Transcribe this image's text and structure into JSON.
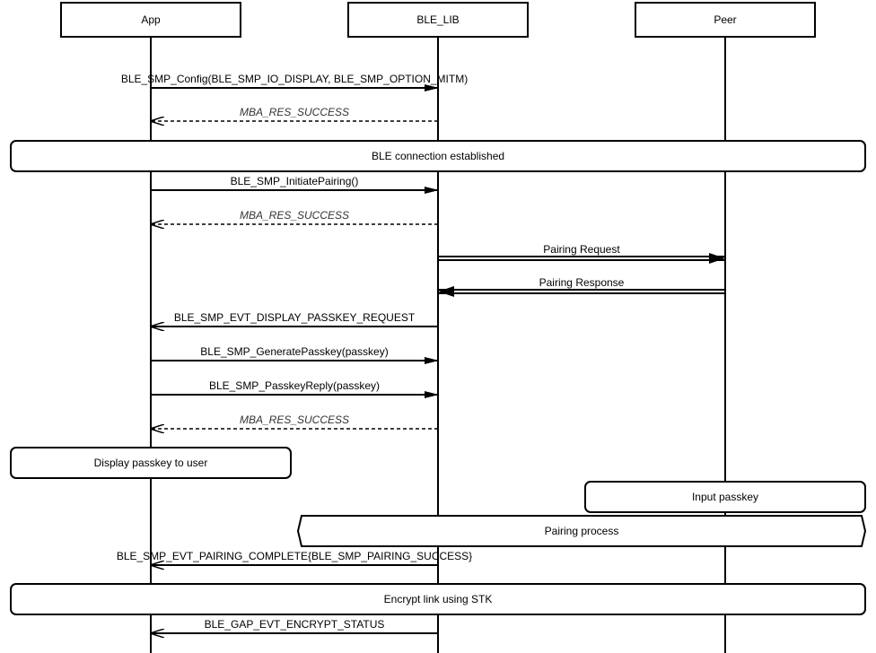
{
  "participants": [
    {
      "id": "app",
      "label": "App"
    },
    {
      "id": "lib",
      "label": "BLE_LIB"
    },
    {
      "id": "peer",
      "label": "Peer"
    }
  ],
  "steps": [
    {
      "type": "msg",
      "from": "app",
      "to": "lib",
      "style": "call",
      "label": "BLE_SMP_Config(BLE_SMP_IO_DISPLAY, BLE_SMP_OPTION_MITM)"
    },
    {
      "type": "msg",
      "from": "lib",
      "to": "app",
      "style": "return",
      "label": "MBA_RES_SUCCESS"
    },
    {
      "type": "note",
      "shape": "rounded",
      "span": [
        "left",
        "right"
      ],
      "label": "BLE connection established"
    },
    {
      "type": "msg",
      "from": "app",
      "to": "lib",
      "style": "call",
      "label": "BLE_SMP_InitiatePairing()"
    },
    {
      "type": "msg",
      "from": "lib",
      "to": "app",
      "style": "return",
      "label": "MBA_RES_SUCCESS"
    },
    {
      "type": "msg",
      "from": "lib",
      "to": "peer",
      "style": "air",
      "label": "Pairing Request"
    },
    {
      "type": "msg",
      "from": "peer",
      "to": "lib",
      "style": "air",
      "label": "Pairing Response"
    },
    {
      "type": "msg",
      "from": "lib",
      "to": "app",
      "style": "event",
      "label": "BLE_SMP_EVT_DISPLAY_PASSKEY_REQUEST"
    },
    {
      "type": "msg",
      "from": "app",
      "to": "lib",
      "style": "call",
      "label": "BLE_SMP_GeneratePasskey(passkey)"
    },
    {
      "type": "msg",
      "from": "app",
      "to": "lib",
      "style": "call",
      "label": "BLE_SMP_PasskeyReply(passkey)"
    },
    {
      "type": "msg",
      "from": "lib",
      "to": "app",
      "style": "return",
      "label": "MBA_RES_SUCCESS"
    },
    {
      "type": "note",
      "shape": "rounded",
      "span": [
        "left",
        "mid-left"
      ],
      "label": "Display passkey to user"
    },
    {
      "type": "note",
      "shape": "rounded",
      "span": [
        "mid-right",
        "right"
      ],
      "label": "Input passkey"
    },
    {
      "type": "note",
      "shape": "hexagon",
      "span": [
        "mid",
        "right"
      ],
      "label": "Pairing process"
    },
    {
      "type": "msg",
      "from": "lib",
      "to": "app",
      "style": "event",
      "label": "BLE_SMP_EVT_PAIRING_COMPLETE{BLE_SMP_PAIRING_SUCCESS}"
    },
    {
      "type": "note",
      "shape": "rounded",
      "span": [
        "left",
        "right"
      ],
      "label": "Encrypt link using STK"
    },
    {
      "type": "msg",
      "from": "lib",
      "to": "app",
      "style": "event",
      "label": "BLE_GAP_EVT_ENCRYPT_STATUS"
    }
  ]
}
